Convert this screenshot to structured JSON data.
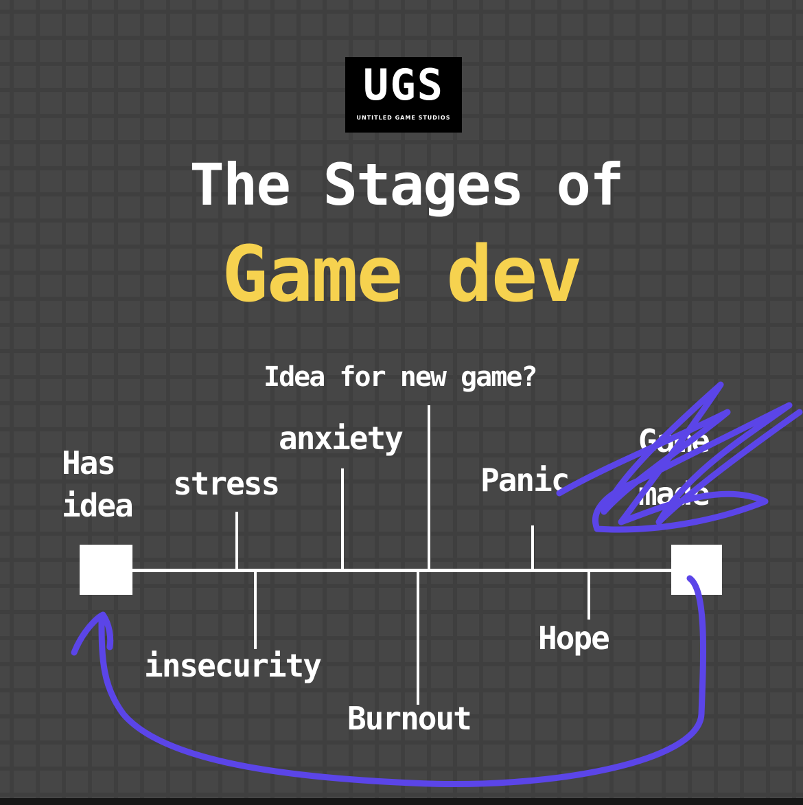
{
  "logo": {
    "mark": "UGS",
    "subtitle": "UNTITLED GAME STUDIOS"
  },
  "title": {
    "line1": "The Stages of",
    "line2": "Game dev"
  },
  "diagram": {
    "start_label": "Has idea",
    "start_label_line1": "Has",
    "start_label_line2": "idea",
    "end_label_partial_1": "Game",
    "end_label_partial_2": "made",
    "top_branches": [
      "stress",
      "anxiety",
      "Idea for new game?",
      "Panic"
    ],
    "bottom_branches": [
      "insecurity",
      "Burnout",
      "Hope"
    ]
  },
  "colors": {
    "background": "#464646",
    "title_accent": "#f6d24f",
    "scribble": "#5b45e8"
  }
}
